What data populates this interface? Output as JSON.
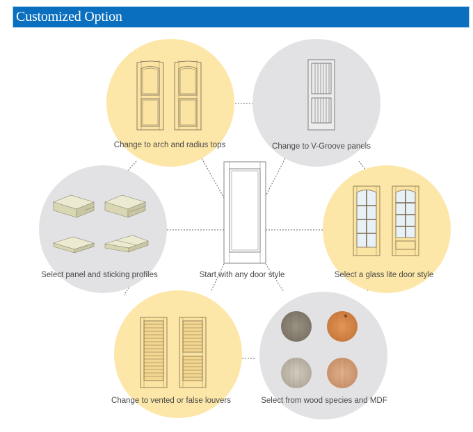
{
  "header": {
    "title": "Customized Option",
    "background": "#0b6fbf"
  },
  "colors": {
    "yellow_circle": "#fde7a8",
    "gray_circle": "#e2e2e4",
    "connector": "#666666",
    "label_text": "#4a4a4a"
  },
  "center": {
    "label": "Start with any door style",
    "icon": "single-panel-door-icon"
  },
  "options": [
    {
      "id": "arch",
      "label": "Change to arch and radius tops",
      "circle": "yellow",
      "icon": "arch-top-doors-icon"
    },
    {
      "id": "vgroove",
      "label": "Change to V-Groove panels",
      "circle": "gray",
      "icon": "v-groove-door-icon"
    },
    {
      "id": "profiles",
      "label": "Select panel and sticking profiles",
      "circle": "gray",
      "icon": "sticking-profiles-icon"
    },
    {
      "id": "glass",
      "label": "Select a glass lite door style",
      "circle": "yellow",
      "icon": "glass-lite-doors-icon"
    },
    {
      "id": "louvers",
      "label": "Change to vented or false louvers",
      "circle": "yellow",
      "icon": "louver-doors-icon"
    },
    {
      "id": "wood",
      "label": "Select from wood species and MDF",
      "circle": "gray",
      "icon": "wood-species-swatches-icon"
    }
  ],
  "wood_swatches": [
    {
      "name": "gray-oak",
      "color": "#8f8677"
    },
    {
      "name": "pine",
      "color": "#d88b4e"
    },
    {
      "name": "white-ash",
      "color": "#c7c0b3"
    },
    {
      "name": "mahogany",
      "color": "#d6a27e"
    }
  ]
}
